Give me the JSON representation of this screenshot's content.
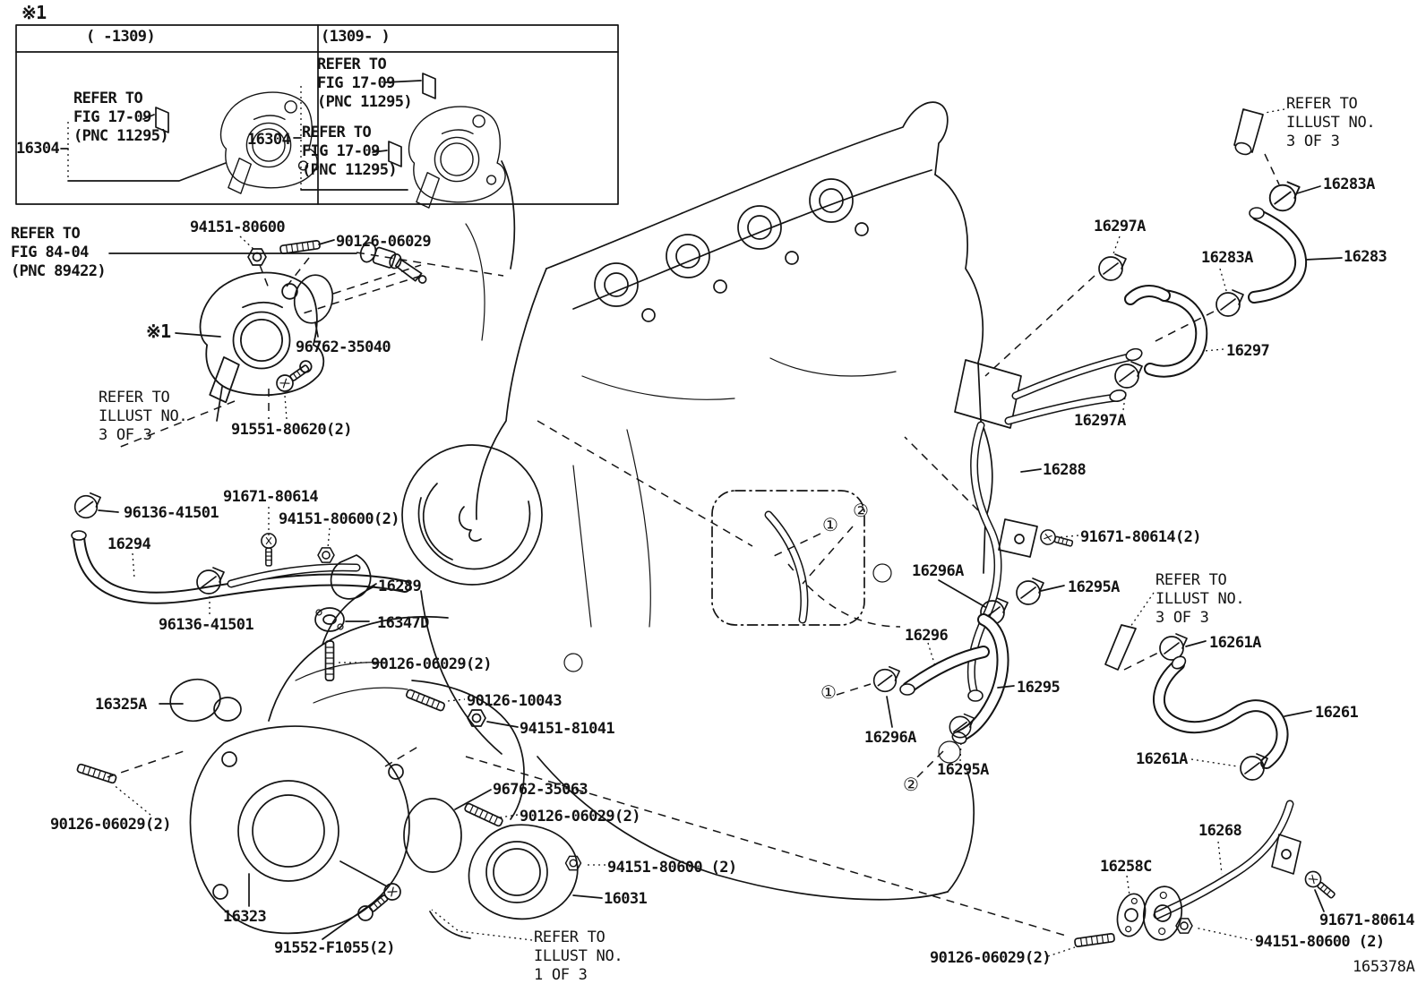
{
  "diagram": {
    "figure_code": "165378A",
    "type": "parts-catalog-line-diagram",
    "labels": [
      {
        "name": "footnote-marker-top",
        "text": "※1"
      },
      {
        "name": "inset-header-left",
        "text": "(    -1309)"
      },
      {
        "name": "inset-header-right",
        "text": "(1309-    )"
      },
      {
        "name": "inset-left-refer-note",
        "text": "REFER TO\nFIG 17-09\n(PNC 11295)"
      },
      {
        "name": "inset-left-part-16304",
        "text": "16304"
      },
      {
        "name": "inset-right-refer-note-top",
        "text": "REFER TO\nFIG 17-09\n(PNC 11295)"
      },
      {
        "name": "inset-right-part-16304",
        "text": "16304"
      },
      {
        "name": "inset-right-refer-note-bottom",
        "text": "REFER TO\nFIG 17-09\n(PNC 11295)"
      },
      {
        "name": "refer-note-fig-84-04",
        "text": "REFER TO\nFIG 84-04\n(PNC 89422)"
      },
      {
        "name": "part-94151-80600",
        "text": "94151-80600"
      },
      {
        "name": "part-90126-06029",
        "text": "90126-06029"
      },
      {
        "name": "footnote-marker-thermostat",
        "text": "※1"
      },
      {
        "name": "part-96762-35040",
        "text": "96762-35040"
      },
      {
        "name": "refer-note-illust-3of3-left",
        "text": "REFER TO\nILLUST NO.\n3 OF 3"
      },
      {
        "name": "part-91551-80620",
        "text": "91551-80620(2)"
      },
      {
        "name": "part-96136-41501-a",
        "text": "96136-41501"
      },
      {
        "name": "part-91671-80614-a",
        "text": "91671-80614"
      },
      {
        "name": "part-94151-80600-b",
        "text": "94151-80600(2)"
      },
      {
        "name": "part-16294",
        "text": "16294"
      },
      {
        "name": "part-16289",
        "text": "16289"
      },
      {
        "name": "part-96136-41501-b",
        "text": "96136-41501"
      },
      {
        "name": "part-16347D",
        "text": "16347D"
      },
      {
        "name": "part-90126-06029-b",
        "text": "90126-06029(2)"
      },
      {
        "name": "part-90126-10043",
        "text": "90126-10043"
      },
      {
        "name": "part-94151-81041",
        "text": "94151-81041"
      },
      {
        "name": "part-16325A",
        "text": "16325A"
      },
      {
        "name": "part-90126-06029-c",
        "text": "90126-06029(2)"
      },
      {
        "name": "part-16323",
        "text": "16323"
      },
      {
        "name": "part-91552-F1055",
        "text": "91552-F1055(2)"
      },
      {
        "name": "part-96762-35063",
        "text": "96762-35063"
      },
      {
        "name": "part-90126-06029-d",
        "text": "90126-06029(2)"
      },
      {
        "name": "part-94151-80600-c",
        "text": "94151-80600 (2)"
      },
      {
        "name": "part-16031",
        "text": "16031"
      },
      {
        "name": "refer-note-illust-1of3",
        "text": "REFER TO\nILLUST NO.\n1 OF 3"
      },
      {
        "name": "refer-note-illust-3of3-topright",
        "text": "REFER TO\nILLUST NO.\n3 OF 3"
      },
      {
        "name": "part-16283A-a",
        "text": "16283A"
      },
      {
        "name": "part-16297A-a",
        "text": "16297A"
      },
      {
        "name": "part-16283A-b",
        "text": "16283A"
      },
      {
        "name": "part-16283",
        "text": "16283"
      },
      {
        "name": "part-16297",
        "text": "16297"
      },
      {
        "name": "part-16297A-b",
        "text": "16297A"
      },
      {
        "name": "part-16288",
        "text": "16288"
      },
      {
        "name": "part-91671-80614-b",
        "text": "91671-80614(2)"
      },
      {
        "name": "part-16296A-a",
        "text": "16296A"
      },
      {
        "name": "part-16295A-a",
        "text": "16295A"
      },
      {
        "name": "refer-note-illust-3of3-midright",
        "text": "REFER TO\nILLUST NO.\n3 OF 3"
      },
      {
        "name": "part-16296",
        "text": "16296"
      },
      {
        "name": "part-16261A-a",
        "text": "16261A"
      },
      {
        "name": "part-16295",
        "text": "16295"
      },
      {
        "name": "callout-1-parts",
        "text": "①"
      },
      {
        "name": "part-16296A-b",
        "text": "16296A"
      },
      {
        "name": "callout-2-parts",
        "text": "②"
      },
      {
        "name": "part-16295A-b",
        "text": "16295A"
      },
      {
        "name": "part-16261",
        "text": "16261"
      },
      {
        "name": "part-16261A-b",
        "text": "16261A"
      },
      {
        "name": "part-16268",
        "text": "16268"
      },
      {
        "name": "part-16258C",
        "text": "16258C"
      },
      {
        "name": "part-91671-80614-c",
        "text": "91671-80614"
      },
      {
        "name": "part-94151-80600-d",
        "text": "94151-80600 (2)"
      },
      {
        "name": "part-90126-06029-e",
        "text": "90126-06029(2)"
      },
      {
        "name": "figure-code",
        "text": "165378A"
      },
      {
        "name": "callout-1-engine",
        "text": "①"
      },
      {
        "name": "callout-2-engine",
        "text": "②"
      }
    ]
  }
}
